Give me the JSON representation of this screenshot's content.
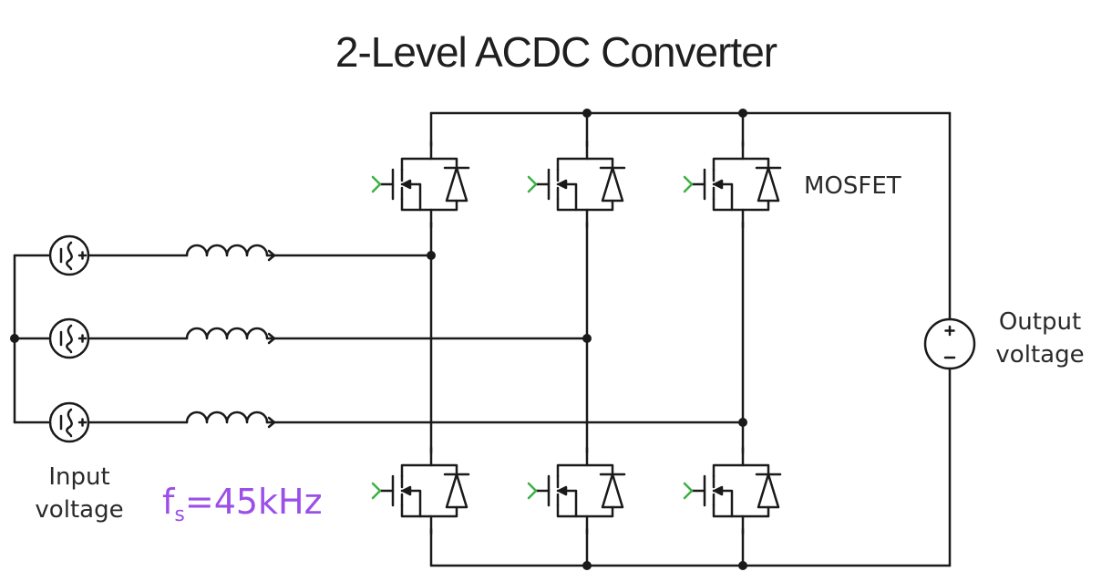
{
  "title": "2-Level ACDC Converter",
  "labels": {
    "mosfet": "MOSFET",
    "output_line1": "Output",
    "output_line2": "voltage",
    "input_line1": "Input",
    "input_line2": "voltage"
  },
  "frequency": {
    "symbol": "f",
    "subscript": "s",
    "value": "=45kHz"
  },
  "colors": {
    "wire": "#1a1a1a",
    "gate": "#3cb043",
    "frequency": "#9b4fe8"
  }
}
